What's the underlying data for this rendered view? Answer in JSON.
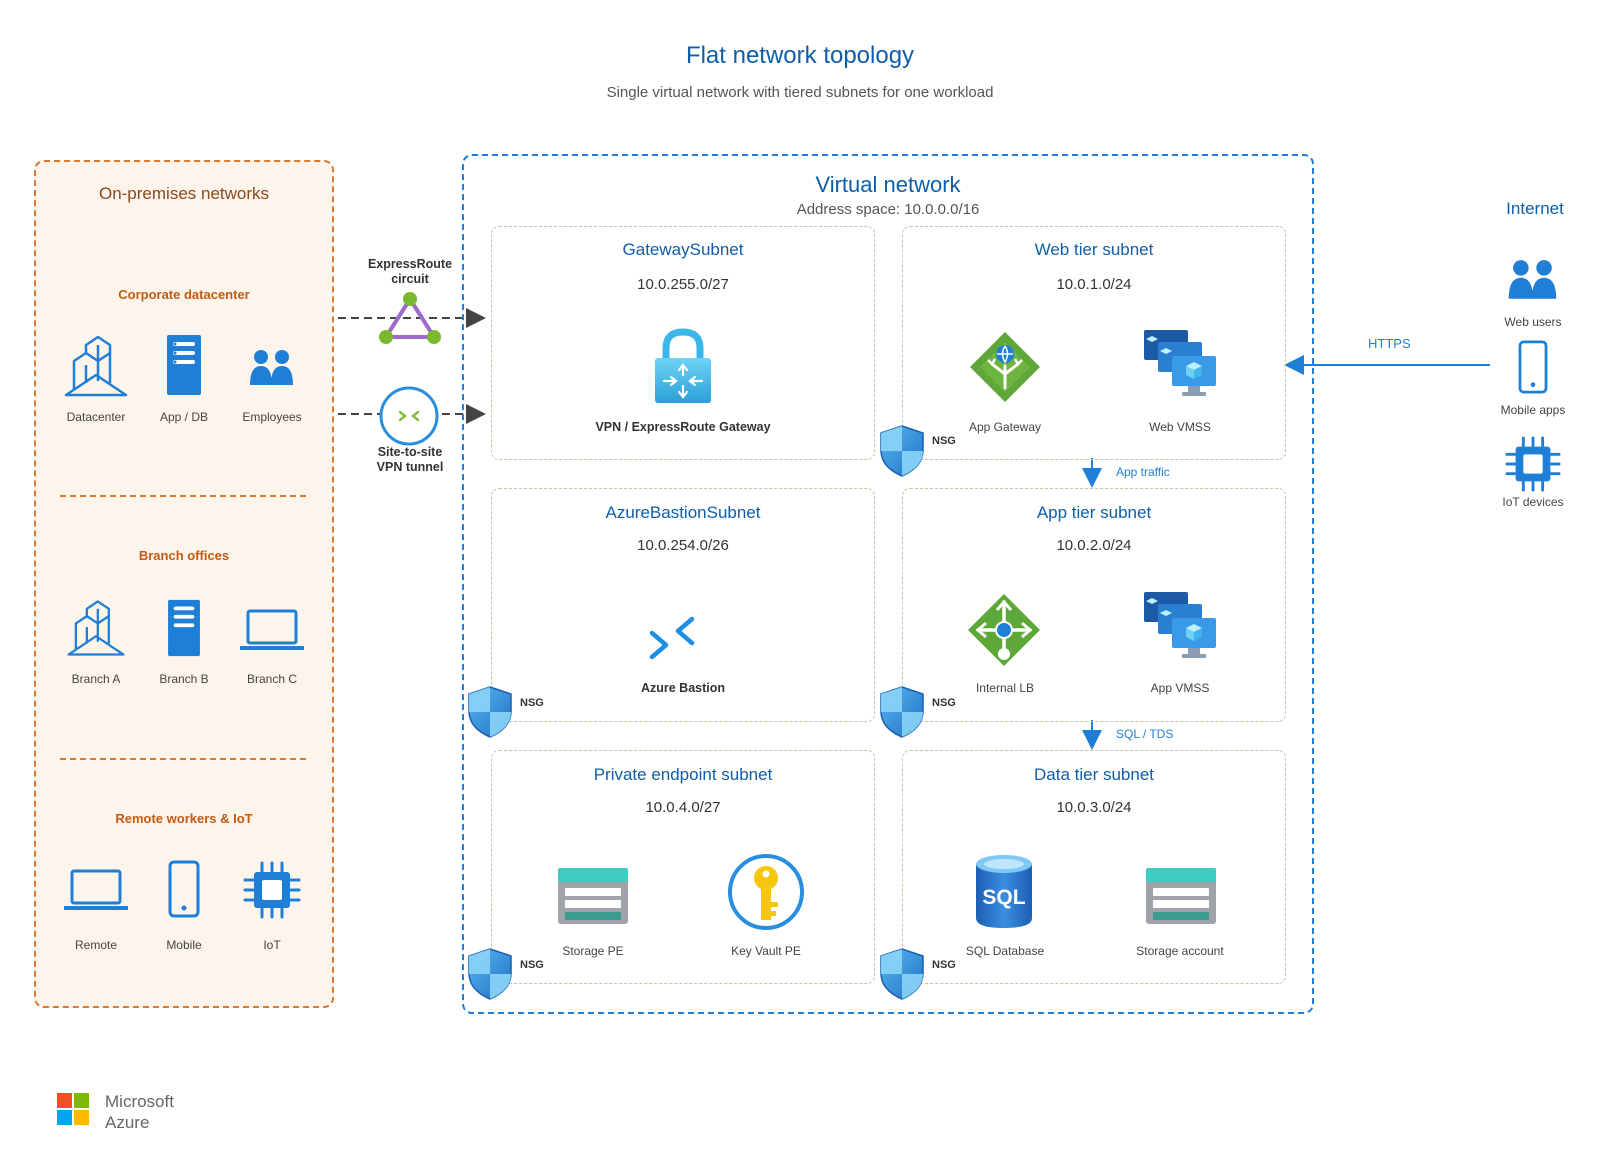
{
  "title": "Flat network topology",
  "subtitle": "Single virtual network with tiered subnets for one workload",
  "onprem": {
    "title": "On-premises networks",
    "sections": [
      {
        "label": "Corporate datacenter",
        "items": [
          "Datacenter",
          "App / DB",
          "Employees"
        ]
      },
      {
        "label": "Branch offices",
        "items": [
          "Branch A",
          "Branch B",
          "Branch C"
        ]
      },
      {
        "label": "Remote workers & IoT",
        "items": [
          "Remote",
          "Mobile",
          "IoT"
        ]
      }
    ]
  },
  "connections": {
    "expressroute": [
      "ExpressRoute",
      "circuit"
    ],
    "vpn": [
      "Site-to-site",
      "VPN tunnel"
    ]
  },
  "vnet": {
    "title": "Virtual network",
    "address": "Address space: 10.0.0.0/16",
    "nsg_label": "NSG",
    "subnets": {
      "gateway": {
        "name": "GatewaySubnet",
        "cidr": "10.0.255.0/27",
        "items": [
          "VPN / ExpressRoute Gateway"
        ]
      },
      "web": {
        "name": "Web tier subnet",
        "cidr": "10.0.1.0/24",
        "items": [
          "App Gateway",
          "Web VMSS"
        ]
      },
      "bastion": {
        "name": "AzureBastionSubnet",
        "cidr": "10.0.254.0/26",
        "items": [
          "Azure Bastion"
        ]
      },
      "app": {
        "name": "App tier subnet",
        "cidr": "10.0.2.0/24",
        "items": [
          "Internal LB",
          "App VMSS"
        ]
      },
      "pe": {
        "name": "Private endpoint subnet",
        "cidr": "10.0.4.0/27",
        "items": [
          "Storage PE",
          "Key Vault PE"
        ]
      },
      "data": {
        "name": "Data tier subnet",
        "cidr": "10.0.3.0/24",
        "items": [
          "SQL Database",
          "Storage account"
        ]
      }
    },
    "flows": {
      "app_traffic": "App traffic",
      "sql": "SQL / TDS"
    }
  },
  "internet": {
    "title": "Internet",
    "https": "HTTPS",
    "items": [
      "Web users",
      "Mobile apps",
      "IoT devices"
    ]
  },
  "sql_icon_text": "SQL",
  "brand": {
    "line1": "Microsoft",
    "line2": "Azure"
  },
  "colors": {
    "title": "#0f5ea8",
    "onprem_border": "#d97a30",
    "onprem_fill": "#fdf4ec",
    "section_label": "#c55a11",
    "vnet_border": "#1f7fd6",
    "icon_blue": "#1f7fd6",
    "subnet_border": "#c3c3a5",
    "app_gateway_green": "#5ea83a"
  }
}
